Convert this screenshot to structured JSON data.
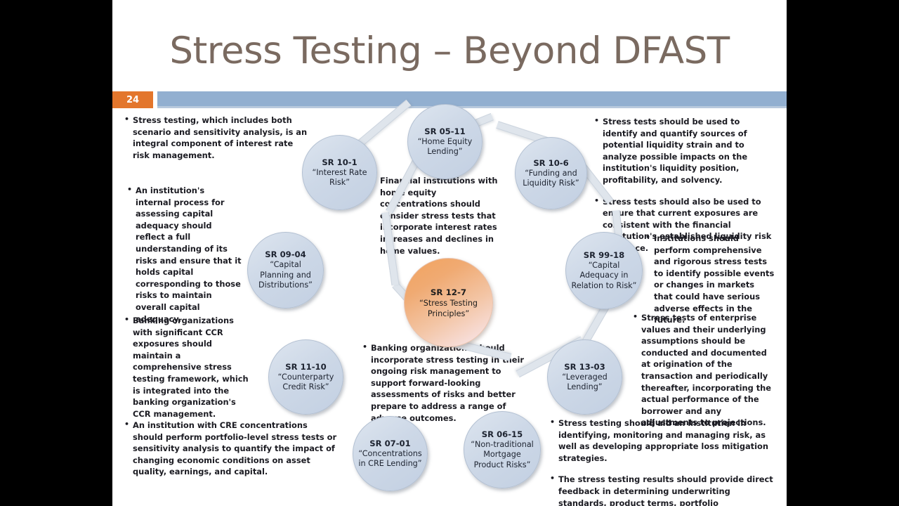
{
  "slide": {
    "title": "Stress Testing – Beyond DFAST",
    "number": "24",
    "accent_orange": "#e3762c",
    "accent_blue": "#92afd0",
    "title_color": "#7a6a60",
    "node_fill": "#ccd7e6",
    "center_fill": "#f2a35e"
  },
  "center": {
    "code": "SR 12-7",
    "name": "“Stress Testing Principles”"
  },
  "nodes": [
    {
      "code": "SR 05-11",
      "name": "“Home Equity Lending”"
    },
    {
      "code": "SR 10-6",
      "name": "“Funding and Liquidity Risk”"
    },
    {
      "code": "SR 99-18",
      "name": "“Capital Adequacy in Relation to Risk”"
    },
    {
      "code": "SR 13-03",
      "name": "“Leveraged Lending”"
    },
    {
      "code": "SR 06-15",
      "name": "“Non-traditional Mortgage Product Risks”"
    },
    {
      "code": "SR 07-01",
      "name": "“Concentrations in CRE Lending”"
    },
    {
      "code": "SR 11-10",
      "name": "“Counterparty Credit Risk”"
    },
    {
      "code": "SR 09-04",
      "name": "“Capital Planning and Distributions”"
    },
    {
      "code": "SR 10-1",
      "name": "“Interest Rate Risk”"
    }
  ],
  "text": {
    "left_top": "Stress testing, which includes both scenario and sensitivity analysis, is an integral component of interest rate risk management.",
    "left_mid": "An institution's internal process for assessing capital adequacy should reflect a full understanding of its risks and ensure that it holds capital corresponding to those risks to maintain overall capital adequacy.",
    "left_lower": "Banking organizations with significant CCR exposures should maintain a comprehensive stress testing framework, which is integrated into the banking organization's CCR management.",
    "left_bottom": "An institution with CRE concentrations should perform portfolio-level stress tests or sensitivity analysis to quantify the impact of changing economic conditions on asset quality, earnings, and capital.",
    "center_top": "Financial institutions with home equity concentrations should consider stress tests that incorporate interest rates increases and declines in home values.",
    "center_bottom": "Banking organizations should incorporate stress testing in their ongoing risk management to support forward-looking assessments of risks and better prepare to address a range of adverse outcomes.",
    "right_top_1": "Stress tests should be used to identify and quantify sources of potential liquidity strain and to analyze possible impacts on the institution's liquidity position, profitability, and solvency.",
    "right_top_2": "Stress tests should also be used to ensure that current exposures are consistent with the financial institution's established liquidity risk tolerance.",
    "right_mid": "Institutions should perform comprehensive and rigorous stress tests to identify possible events or changes in markets that could have serious adverse effects in the future.",
    "right_lower": "Stress tests of enterprise values and their underlying assumptions should be conducted and documented at origination of the transaction and periodically thereafter, incorporating the actual performance of the borrower and any adjustments to projections.",
    "right_bottom_1": "Stress testing should aid an institution in identifying, monitoring and managing risk, as well as developing appropriate loss mitigation strategies.",
    "right_bottom_2": "The stress testing results should provide direct feedback in determining underwriting standards, product terms, portfolio concentration limits, and capital levels."
  }
}
